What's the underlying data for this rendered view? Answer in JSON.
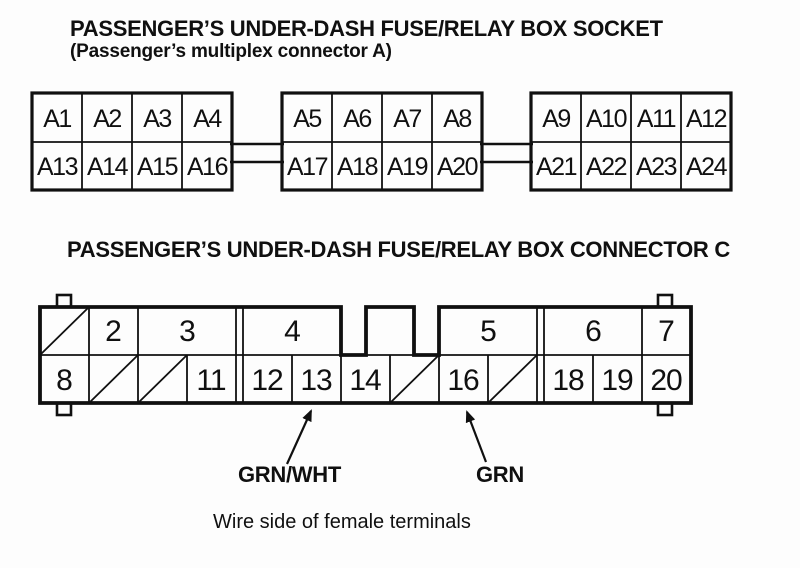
{
  "colors": {
    "ink": "#101010",
    "paper": "#fdfdfd"
  },
  "socket": {
    "title": "PASSENGER’S UNDER-DASH FUSE/RELAY BOX SOCKET",
    "subtitle": "(Passenger’s multiplex connector A)",
    "blocks": [
      {
        "top": [
          "A1",
          "A2",
          "A3",
          "A4"
        ],
        "bottom": [
          "A13",
          "A14",
          "A15",
          "A16"
        ]
      },
      {
        "top": [
          "A5",
          "A6",
          "A7",
          "A8"
        ],
        "bottom": [
          "A17",
          "A18",
          "A19",
          "A20"
        ]
      },
      {
        "top": [
          "A9",
          "A10",
          "A11",
          "A12"
        ],
        "bottom": [
          "A21",
          "A22",
          "A23",
          "A24"
        ]
      }
    ]
  },
  "connector": {
    "title": "PASSENGER’S UNDER-DASH FUSE/RELAY BOX CONNECTOR C",
    "top_labels": [
      "2",
      "3",
      "4",
      "5",
      "6",
      "7"
    ],
    "bottom_labels": [
      "8",
      "11",
      "12",
      "13",
      "14",
      "16",
      "18",
      "19",
      "20"
    ],
    "wire_labels": [
      {
        "text": "GRN/WHT",
        "terminal": "13"
      },
      {
        "text": "GRN",
        "terminal": "16"
      }
    ],
    "caption": "Wire side of female terminals"
  }
}
